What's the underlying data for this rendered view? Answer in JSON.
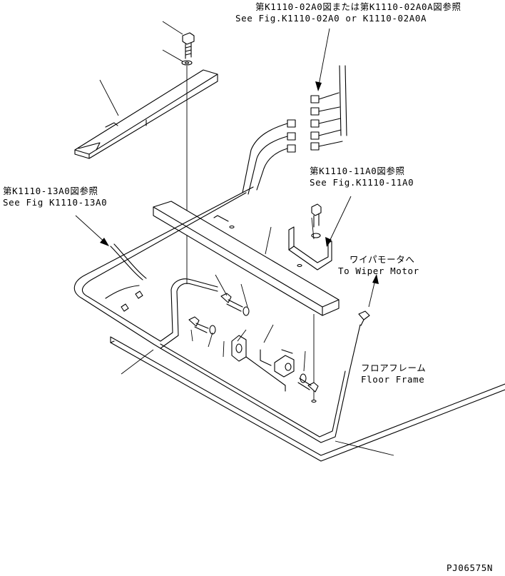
{
  "refs": {
    "fig_02a0_jp": "第K1110-02A0図または第K1110-02A0A図参照",
    "fig_02a0_en": "See Fig.K1110-02A0 or K1110-02A0A",
    "fig_11a0_jp": "第K1110-11A0図参照",
    "fig_11a0_en": "See Fig.K1110-11A0",
    "fig_13a0_jp": "第K1110-13A0図参照",
    "fig_13a0_en": "See Fig K1110-13A0"
  },
  "callouts": {
    "wiper_jp": "ワイパモータへ",
    "wiper_en": "To Wiper Motor",
    "floor_jp": "フロアフレーム",
    "floor_en": "Floor Frame"
  },
  "drawing_code": "PJ06575N"
}
